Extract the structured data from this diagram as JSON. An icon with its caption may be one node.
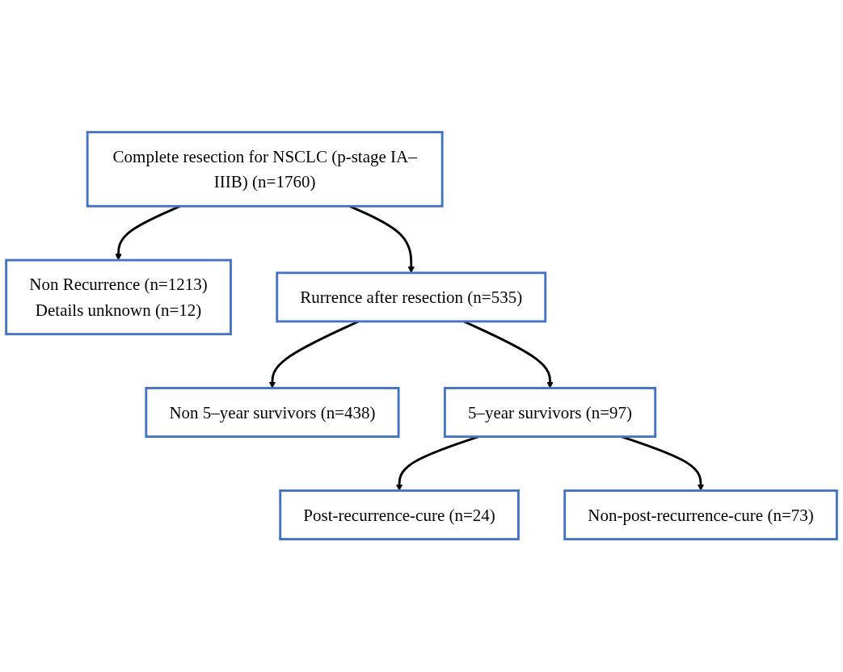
{
  "diagram": {
    "nodes": [
      {
        "text": [
          "Complete resection for NSCLC (p-stage IA–IIIB) (n=1760)"
        ]
      },
      {
        "text": [
          "Non Recurrence (n=1213)",
          "Details unknown (n=12)"
        ]
      },
      {
        "text": [
          "Rurrence after resection (n=535)"
        ]
      },
      {
        "text": [
          "Non 5–year survivors (n=438)"
        ]
      },
      {
        "text": [
          "5–year survivors (n=97)"
        ]
      },
      {
        "text": [
          "Non-post-recurrence-cure (n=73)"
        ]
      },
      {
        "text": [
          "Post-recurrence-cure (n=24)"
        ]
      }
    ],
    "edges": [
      {
        "from": 0,
        "to": 2,
        "arrow": "to"
      },
      {
        "from": 0,
        "to": 1,
        "arrow": "to"
      },
      {
        "from": 2,
        "to": 4,
        "arrow": "to"
      },
      {
        "from": 2,
        "to": 3,
        "arrow": "to"
      },
      {
        "from": 4,
        "to": 6,
        "arrow": "to"
      },
      {
        "from": 4,
        "to": 5,
        "arrow": "to"
      }
    ]
  }
}
